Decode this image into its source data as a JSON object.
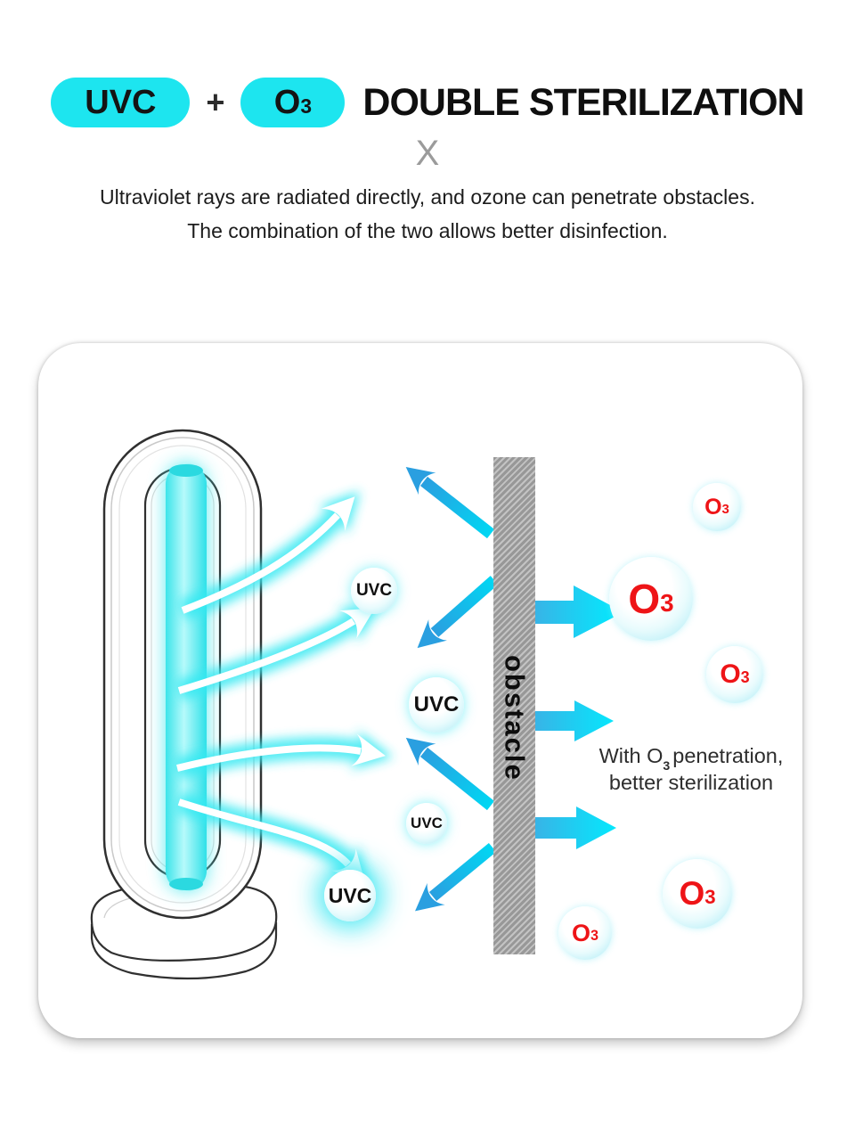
{
  "header": {
    "badge_uvc": "UVC",
    "plus": "+",
    "badge_o3": {
      "symbol": "O",
      "subscript": "3"
    },
    "title": "DOUBLE STERILIZATION",
    "separator": "X",
    "description_line1": "Ultraviolet rays are radiated directly, and ozone can penetrate obstacles.",
    "description_line2": "The combination of the two allows better disinfection."
  },
  "diagram": {
    "uvc_label": "UVC",
    "o3": {
      "symbol": "O",
      "subscript": "3"
    },
    "obstacle_label": "obstacle",
    "caption": {
      "part1": "With O",
      "subscript": "3",
      "part2": "penetration,",
      "line2": "better sterilization"
    }
  },
  "colors": {
    "badge_cyan": "#1de5ef",
    "glow_cyan": "#35e9f2",
    "arrow_blue": "#2a9fe0",
    "arrow_bright_cyan": "#00ecff",
    "o3_red": "#ee1417",
    "obstacle_gray": "#989898"
  }
}
